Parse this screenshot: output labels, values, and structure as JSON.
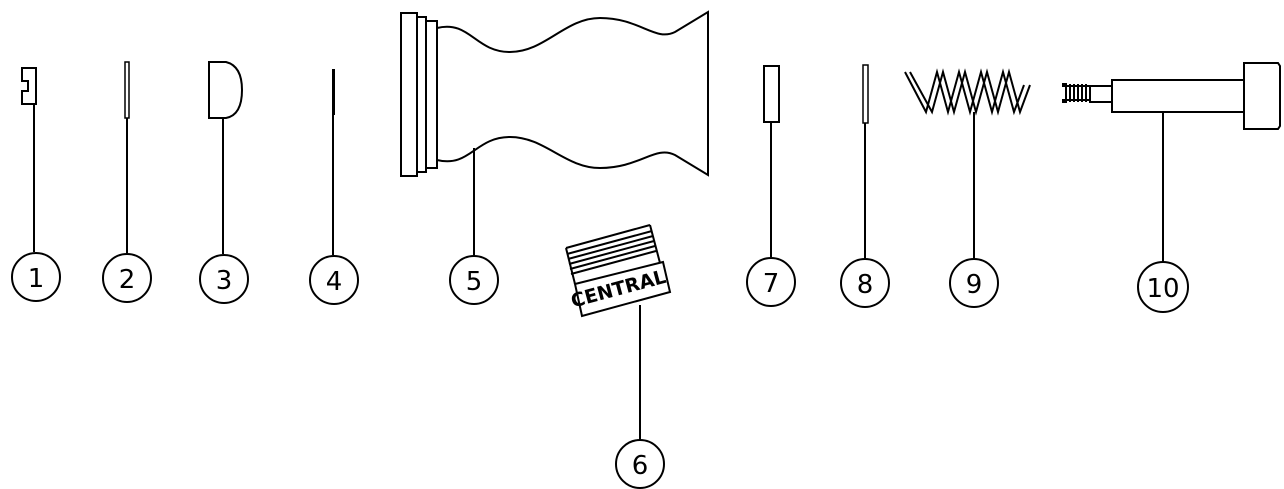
{
  "colors": {
    "line": "#000000",
    "background": "#ffffff"
  },
  "callouts": [
    {
      "id": "1",
      "label": "1"
    },
    {
      "id": "2",
      "label": "2"
    },
    {
      "id": "3",
      "label": "3"
    },
    {
      "id": "4",
      "label": "4"
    },
    {
      "id": "5",
      "label": "5"
    },
    {
      "id": "6",
      "label": "6"
    },
    {
      "id": "7",
      "label": "7"
    },
    {
      "id": "8",
      "label": "8"
    },
    {
      "id": "9",
      "label": "9"
    },
    {
      "id": "10",
      "label": "10"
    }
  ],
  "part6_stamp": "CENTRAL"
}
